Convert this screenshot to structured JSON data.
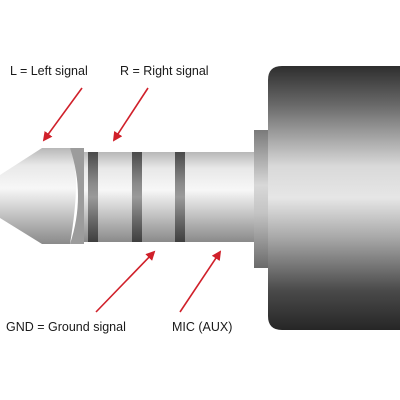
{
  "labels": {
    "left": "L = Left signal",
    "right": "R = Right signal",
    "ground": "GND = Ground signal",
    "mic": "MIC (AUX)"
  },
  "colors": {
    "arrow": "#d0202a",
    "text": "#1a1a1a",
    "housing_dark": "#2a2a2a",
    "housing_light": "#e0e0e0",
    "metal_light": "#f2f2f2",
    "metal_dark": "#8a8a8a",
    "insulator": "#6e6e6e"
  },
  "icons": {
    "connector": "trrs-jack-plug-icon",
    "pointer": "red-arrow-icon"
  }
}
